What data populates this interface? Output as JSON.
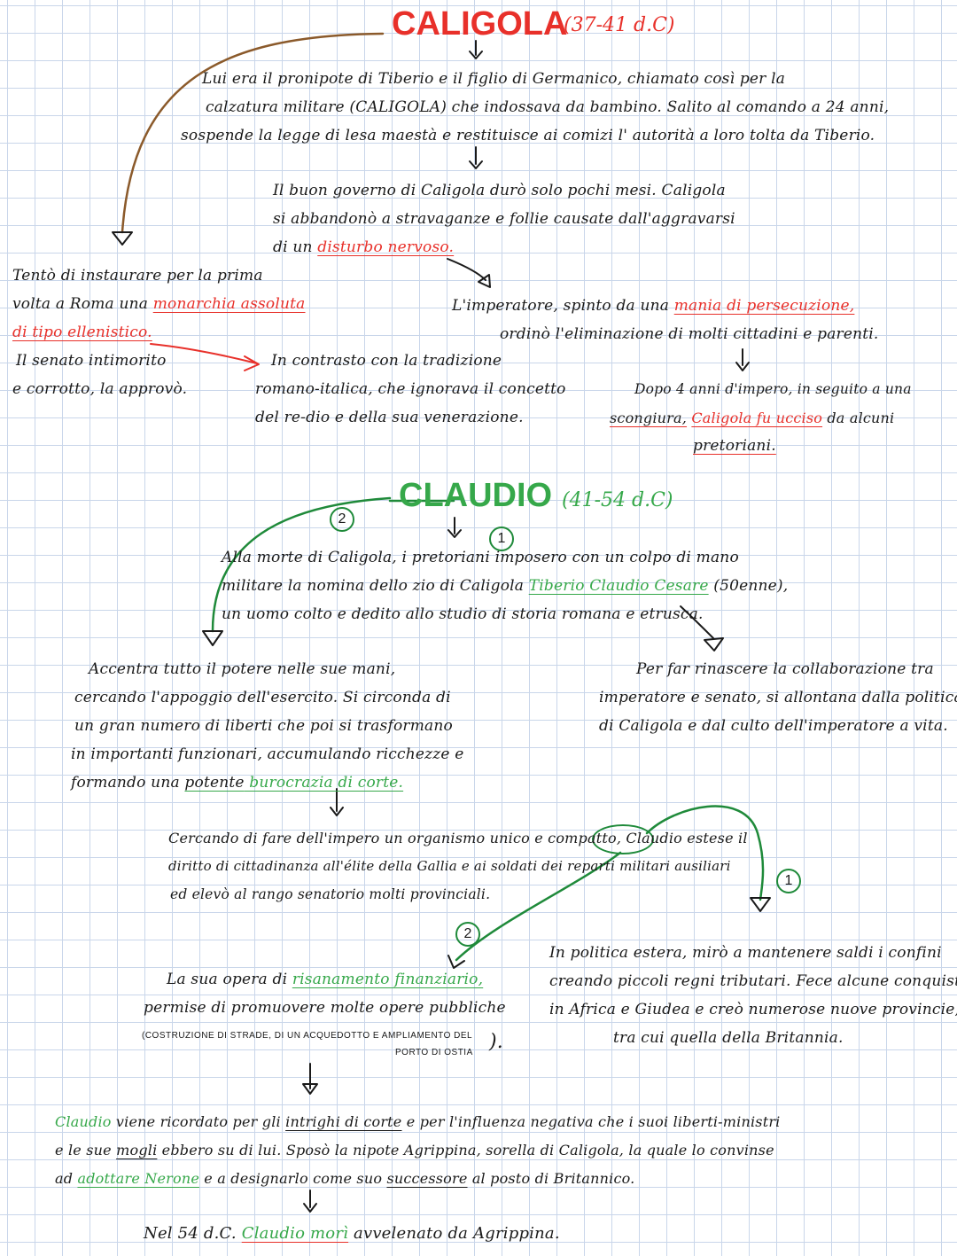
{
  "caligola": {
    "title": "CALIGOLA",
    "dates": "(37-41 d.C)",
    "intro": [
      "Lui era il pronipote di Tiberio e il figlio di Germanico, chiamato così per la",
      "calzatura militare (CALIGOLA) che indossava da bambino. Salito al comando a 24 anni,",
      "sospende la legge di lesa maestà e restituisce ai comizi l' autorità a loro tolta da Tiberio."
    ],
    "governo": [
      "Il buon governo di Caligola durò solo pochi mesi. Caligola",
      "si abbandonò a stravaganze e follie causate dall'aggravarsi",
      "di un ",
      "disturbo nervoso."
    ],
    "monarchia": {
      "line1": "Tentò di instaurare per la prima",
      "line2_a": "volta a Roma una ",
      "line2_b": "monarchia assoluta",
      "line3": "di tipo ellenistico.",
      "line4": "Il senato intimorito",
      "line5": "e corrotto, la approvò."
    },
    "contrasto": [
      "In contrasto con la tradizione",
      "romano-italica, che ignorava il concetto",
      "del re-dio e della sua venerazione."
    ],
    "persecuzione": {
      "line1_a": "L'imperatore, spinto da una ",
      "line1_b": "mania di persecuzione,",
      "line2": "ordinò l'eliminazione di molti cittadini e parenti."
    },
    "morte": {
      "line1": "Dopo 4 anni d'impero, in seguito a una",
      "line2_a": "scongiura,",
      "line2_b": "Caligola fu ucciso",
      "line2_c": " da alcuni",
      "line3": "pretoriani."
    }
  },
  "claudio": {
    "title": "CLAUDIO",
    "dates": "(41-54 d.C)",
    "badge1": "1",
    "badge2": "2",
    "intro": {
      "line1": "Alla morte di Caligola, i pretoriani imposero con un colpo di mano",
      "line2_a": "militare la nomina dello zio di Caligola ",
      "line2_b": "Tiberio Claudio Cesare",
      "line2_c": " (50enne),",
      "line3": "un uomo colto e dedito allo studio di storia romana e etrusca."
    },
    "potere": {
      "line1": "Accentra tutto il potere nelle sue mani,",
      "line2": "cercando l'appoggio dell'esercito. Si circonda di",
      "line3": "un gran numero di liberti che poi si trasformano",
      "line4": "in importanti funzionari, accumulando ricchezze e",
      "line5_a": "formando una ",
      "line5_b": "potente",
      "line5_c": " burocrazia di corte."
    },
    "senato": [
      "Per far rinascere la collaborazione tra",
      "imperatore e senato, si allontana dalla politica",
      "di Caligola e dal culto dell'imperatore a vita."
    ],
    "cittadinanza": {
      "line1_a": "Cercando di fare dell'impero un organismo unico e compatto, ",
      "line1_b": "Claudio",
      "line1_c": " estese il",
      "line2": "diritto di cittadinanza all'élite della Gallia e ai soldati dei reparti militari ausiliari",
      "line3": "ed elevò al rango senatorio molti provinciali."
    },
    "finanze": {
      "line1_a": "La sua opera di ",
      "line1_b": "risanamento finanziario,",
      "line2": "permise di promuovere molte opere pubbliche",
      "note1": "(COSTRUZIONE DI STRADE, DI UN ACQUEDOTTO E AMPLIAMENTO DEL",
      "note2": "PORTO DI OSTIA",
      "note_close": ")."
    },
    "estera": [
      "In politica estera, mirò a mantenere saldi i confini",
      "creando piccoli regni tributari. Fece alcune conquiste",
      "in Africa e Giudea e creò numerose nuove provincie,",
      "tra cui quella della Britannia."
    ],
    "intrighi": {
      "line1_a": "Claudio",
      "line1_b": " viene ricordato per gli ",
      "line1_c": "intrighi di corte",
      "line1_d": " e per l'influenza negativa che i suoi liberti-ministri",
      "line2_a": "e le sue ",
      "line2_b": "mogli",
      "line2_c": " ebbero su di lui. Sposò la nipote Agrippina, sorella di Caligola, la quale lo convinse",
      "line3_a": "ad ",
      "line3_b": "adottare Nerone",
      "line3_c": " e a designarlo come suo ",
      "line3_d": "successore",
      "line3_e": " al posto di Britannico."
    },
    "fine": {
      "a": "Nel 54 d.C. ",
      "b": "Claudio morì",
      "c": " avvelenato da Agrippina."
    }
  },
  "colors": {
    "red": "#e8302a",
    "green": "#36a84a",
    "brown": "#8b5a2b",
    "grid": "#c9d6ea"
  }
}
